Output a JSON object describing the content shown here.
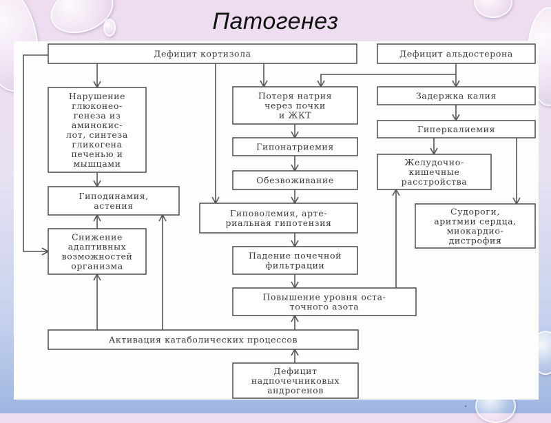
{
  "slide": {
    "title": "Патогенез"
  },
  "diagram": {
    "nodes": {
      "cortisol_deficit": {
        "lines": [
          "Дефицит кортизола"
        ]
      },
      "aldosterone_deficit": {
        "lines": [
          "Дефицит альдостерона"
        ]
      },
      "gluconeogenesis_disorder": {
        "lines": [
          "Нарушение",
          "глюконео-",
          "генеза из",
          "аминокис-",
          "лот, синтеза",
          "гликогена",
          "печенью и",
          "мышцами"
        ]
      },
      "sodium_loss": {
        "lines": [
          "Потеря натрия",
          "через почки",
          "и ЖКТ"
        ]
      },
      "potassium_retention": {
        "lines": [
          "Задержка калия"
        ]
      },
      "hyperkalemia": {
        "lines": [
          "Гиперкалиемия"
        ]
      },
      "hyponatremia": {
        "lines": [
          "Гипонатриемия"
        ]
      },
      "gi_disorders": {
        "lines": [
          "Желудочно-",
          "кишечные",
          "расстройства"
        ]
      },
      "dehydration": {
        "lines": [
          "Обезвоживание"
        ]
      },
      "hypodynamia": {
        "lines": [
          "Гиподинамия,",
          "астения"
        ]
      },
      "hypovolemia": {
        "lines": [
          "Гиповолемия, арте-",
          "риальная гипотензия"
        ]
      },
      "seizures": {
        "lines": [
          "Судороги,",
          "аритмии сердца,",
          "миокардио-",
          "дистрофия"
        ]
      },
      "adaptive_reduction": {
        "lines": [
          "Снижение",
          "адаптивных",
          "возможностей",
          "организма"
        ]
      },
      "renal_filtration_drop": {
        "lines": [
          "Падение почечной",
          "фильтрации"
        ]
      },
      "residual_nitrogen_rise": {
        "lines": [
          "Повышение уровня оста-",
          "точного азота"
        ]
      },
      "catabolism_activation": {
        "lines": [
          "Активация катаболических процессов"
        ]
      },
      "androgen_deficit": {
        "lines": [
          "Дефицит",
          "надпочечниковых",
          "андрогенов"
        ]
      }
    },
    "edges": [
      {
        "from": "cortisol_deficit",
        "to": "gluconeogenesis_disorder"
      },
      {
        "from": "cortisol_deficit",
        "to": "sodium_loss"
      },
      {
        "from": "cortisol_deficit",
        "to": "hypovolemia"
      },
      {
        "from": "cortisol_deficit",
        "to": "adaptive_reduction"
      },
      {
        "from": "aldosterone_deficit",
        "to": "sodium_loss"
      },
      {
        "from": "aldosterone_deficit",
        "to": "potassium_retention"
      },
      {
        "from": "potassium_retention",
        "to": "hyperkalemia"
      },
      {
        "from": "hyperkalemia",
        "to": "gi_disorders"
      },
      {
        "from": "hyperkalemia",
        "to": "seizures"
      },
      {
        "from": "gluconeogenesis_disorder",
        "to": "hypodynamia"
      },
      {
        "from": "sodium_loss",
        "to": "hyponatremia"
      },
      {
        "from": "hyponatremia",
        "to": "dehydration"
      },
      {
        "from": "dehydration",
        "to": "hypovolemia"
      },
      {
        "from": "hypovolemia",
        "to": "renal_filtration_drop"
      },
      {
        "from": "renal_filtration_drop",
        "to": "residual_nitrogen_rise"
      },
      {
        "from": "residual_nitrogen_rise",
        "to": "gi_disorders"
      },
      {
        "from": "adaptive_reduction",
        "to": "hypodynamia"
      },
      {
        "from": "catabolism_activation",
        "to": "adaptive_reduction"
      },
      {
        "from": "catabolism_activation",
        "to": "hypodynamia"
      },
      {
        "from": "catabolism_activation",
        "to": "residual_nitrogen_rise"
      },
      {
        "from": "androgen_deficit",
        "to": "catabolism_activation"
      }
    ]
  }
}
